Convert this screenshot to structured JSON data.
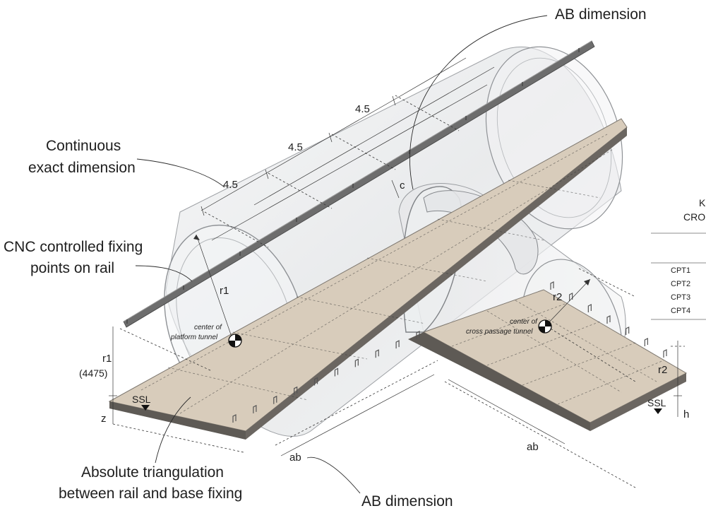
{
  "callouts": {
    "ab_dimension_top": "AB dimension",
    "continuous_exact_line1": "Continuous",
    "continuous_exact_line2": "exact dimension",
    "cnc_line1": "CNC controlled fixing",
    "cnc_line2": "points on rail",
    "absolute_line1": "Absolute triangulation",
    "absolute_line2": "between rail and base fixing",
    "ab_dimension_bottom": "AB dimension"
  },
  "dimensions": {
    "spacing_1": "4.5",
    "spacing_2": "4.5",
    "spacing_3": "4.5",
    "c": "c",
    "r1": "r1",
    "r1_side": "r1",
    "r1_value": "(4475)",
    "z": "z",
    "ssl_left": "SSL",
    "ab_left": "ab",
    "r2": "r2",
    "r2_side": "r2",
    "ssl_right": "SSL",
    "h": "h",
    "ab_right": "ab"
  },
  "labels": {
    "center_platform_line1": "center of",
    "center_platform_line2": "platform tunnel",
    "center_cross_line1": "center of",
    "center_cross_line2": "cross passage tunnel"
  },
  "legend": {
    "title_line1": "K",
    "title_line2": "CRO",
    "items": [
      "CPT1",
      "CPT2",
      "CPT3",
      "CPT4"
    ]
  },
  "colors": {
    "platform_slab": "#d8ccbb",
    "slab_edge": "#5e5a55",
    "tunnel_glass": "#e9eaec",
    "rail": "#6d6d6d",
    "center_marker": "#111111"
  }
}
